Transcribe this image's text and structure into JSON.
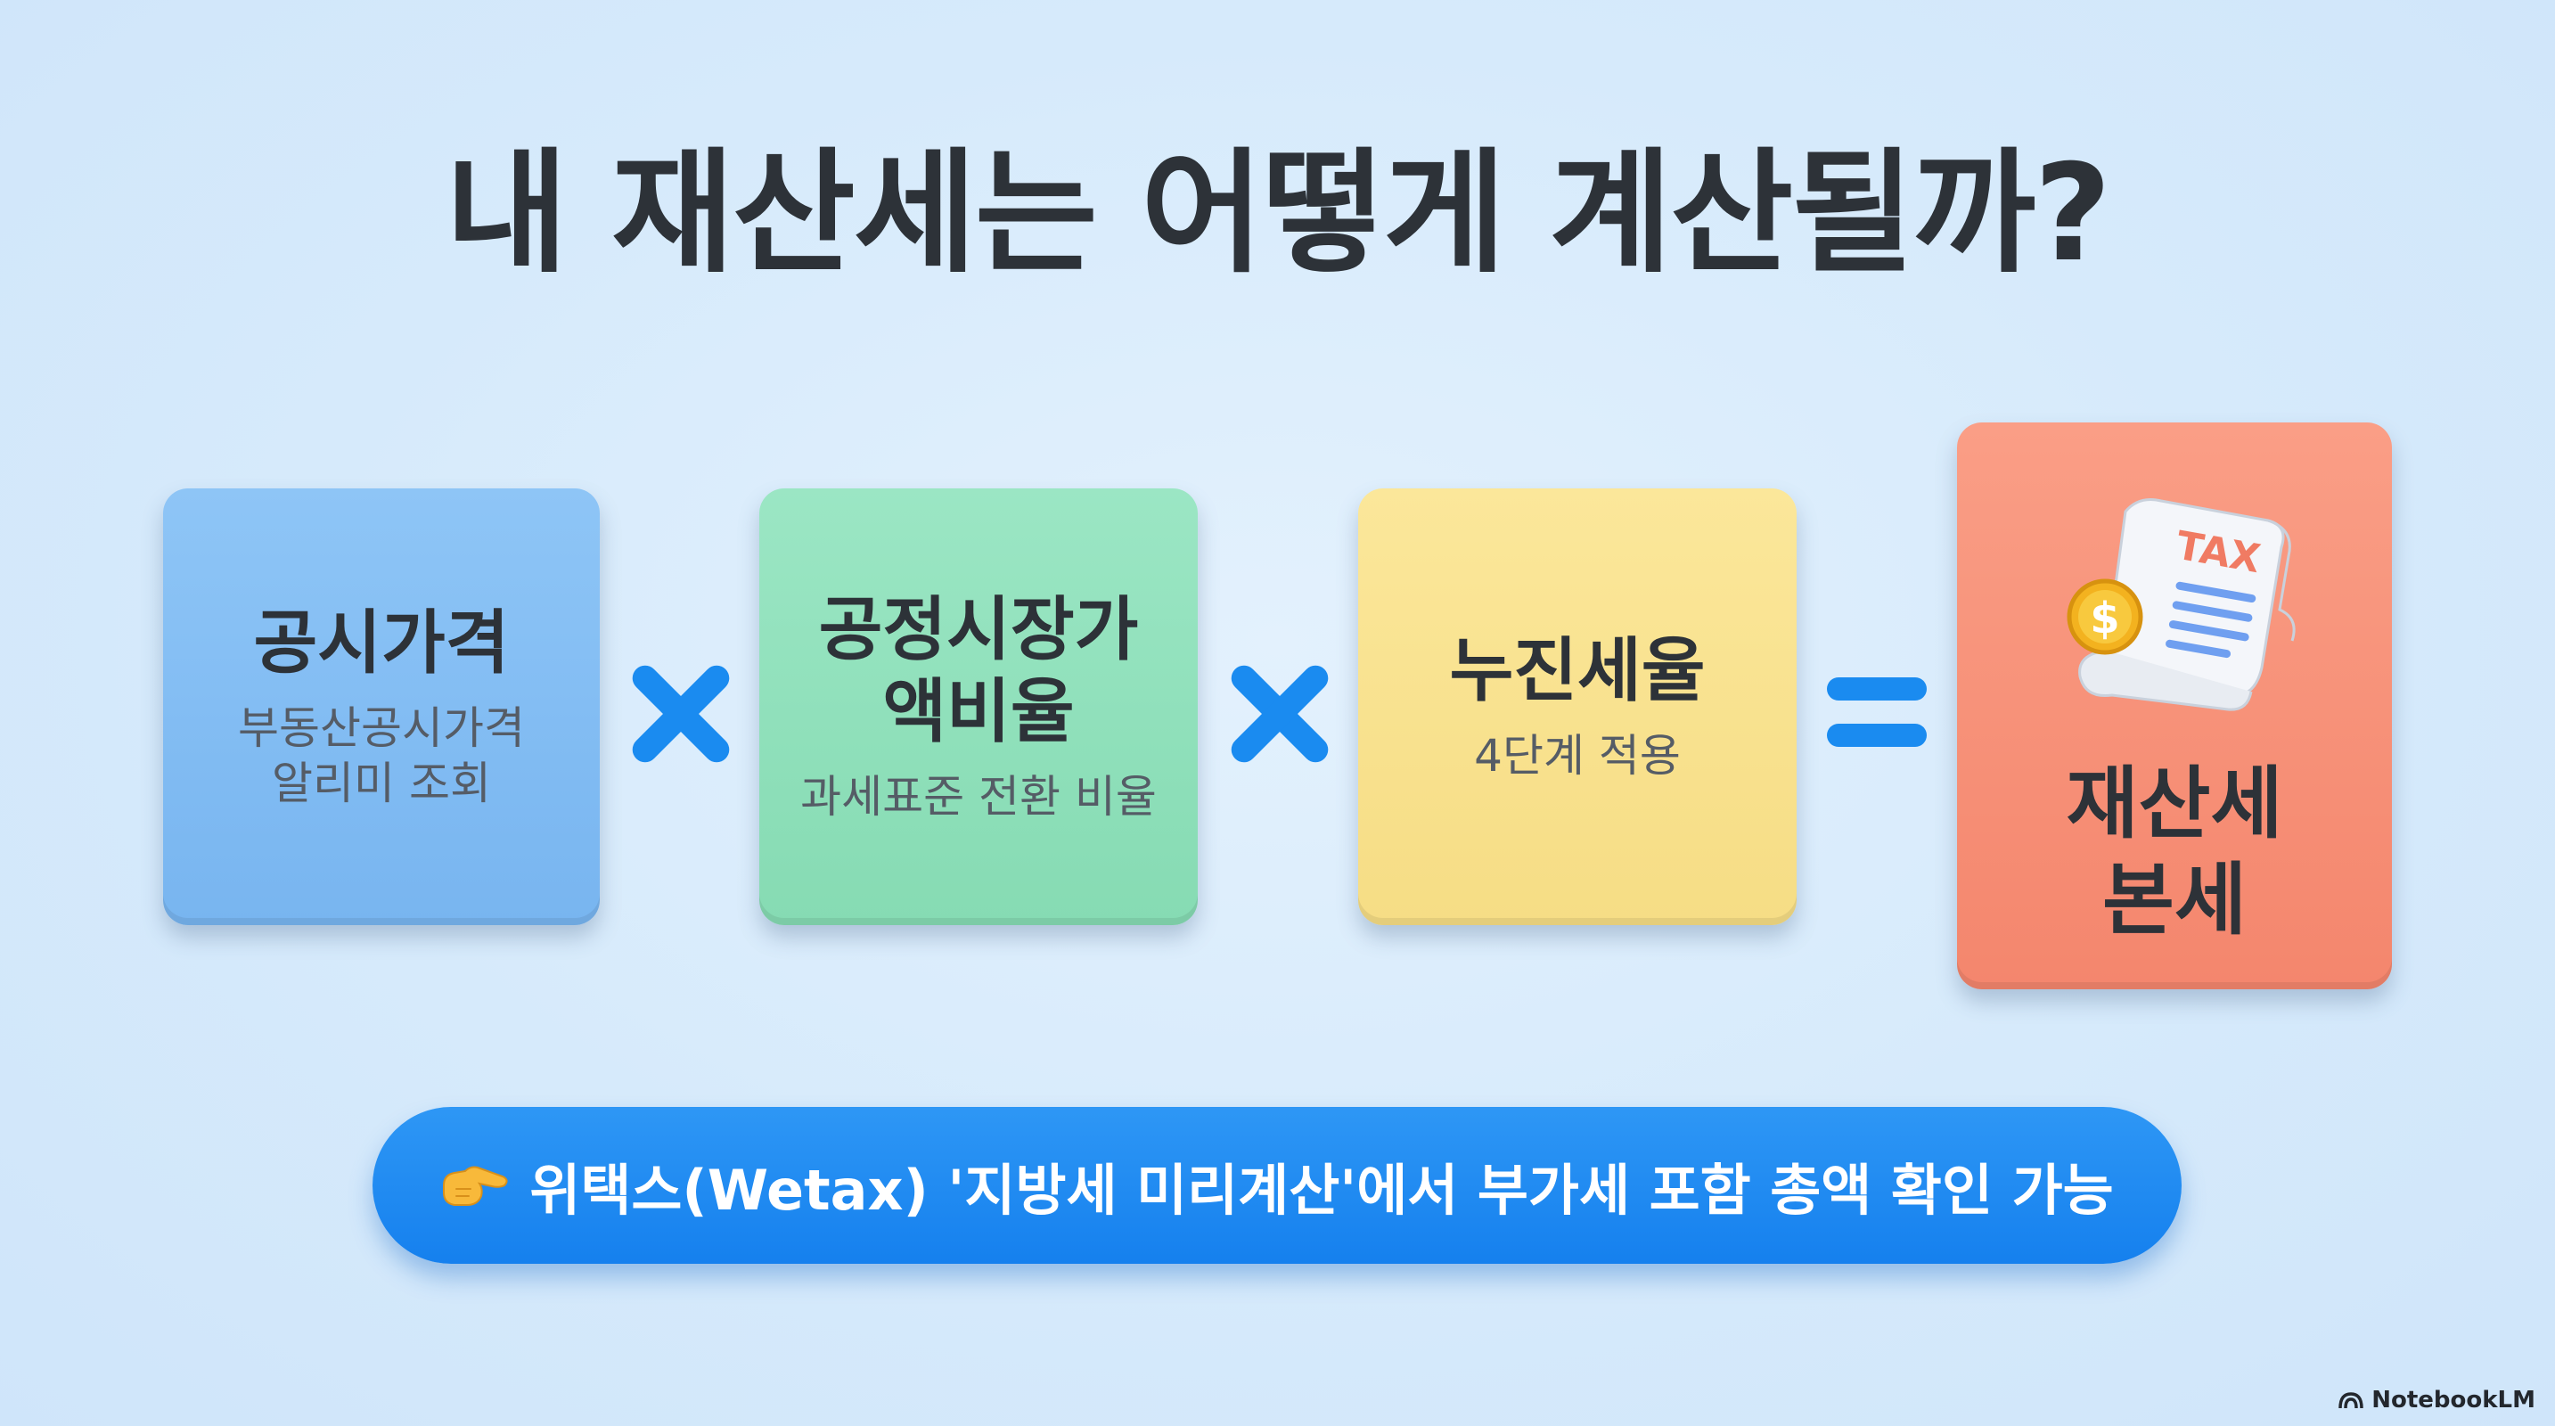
{
  "title": "내 재산세는 어떻게 계산될까?",
  "cards": [
    {
      "title": "공시가격",
      "subtitle_lines": [
        "부동산공시가격",
        "알리미 조회"
      ],
      "color": "#84bdf4"
    },
    {
      "title_lines": [
        "공정시장가",
        "액비율"
      ],
      "subtitle": "과세표준 전환 비율",
      "color": "#91e1bc"
    },
    {
      "title": "누진세율",
      "subtitle": "4단계 적용",
      "color": "#f8e28f"
    },
    {
      "title_lines": [
        "재산세",
        "본세"
      ],
      "icon_label": "TAX",
      "icon_currency": "$",
      "icon": "tax-document-icon",
      "color": "#f7927a"
    }
  ],
  "operators": {
    "multiply": "×",
    "equals": "=",
    "color": "#1a8bf0"
  },
  "banner": {
    "icon": "pointing-hand-icon",
    "text": "위택스(Wetax) '지방세 미리계산'에서 부가세 포함 총액 확인 가능",
    "color": "#1e8af2"
  },
  "branding": {
    "label": "NotebookLM",
    "icon": "notebooklm-logo-icon"
  }
}
